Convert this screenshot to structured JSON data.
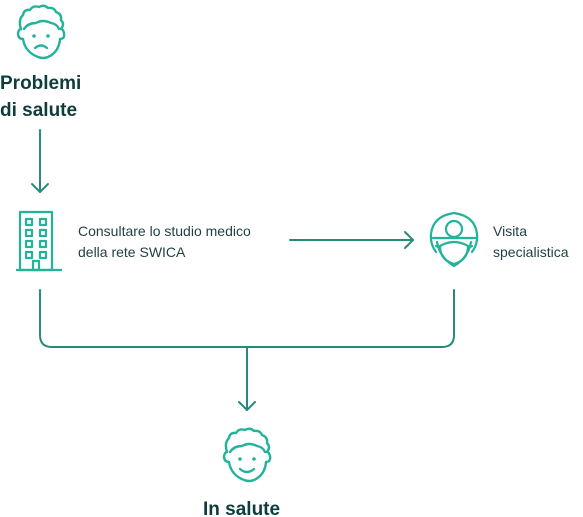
{
  "colors": {
    "line": "#2a8a7a",
    "icon": "#23b39a",
    "title": "#0f3d3e",
    "text": "#1f3f42"
  },
  "nodes": {
    "start": {
      "title_line1": "Problemi",
      "title_line2": "di salute",
      "icon": "sad-face-icon"
    },
    "clinic": {
      "line1": "Consultare lo studio medico",
      "line2": "della rete SWICA",
      "icon": "building-icon"
    },
    "specialist": {
      "line1": "Visita",
      "line2": "specialistica",
      "icon": "doctor-icon"
    },
    "end": {
      "title": "In salute",
      "icon": "smiling-face-icon"
    }
  }
}
